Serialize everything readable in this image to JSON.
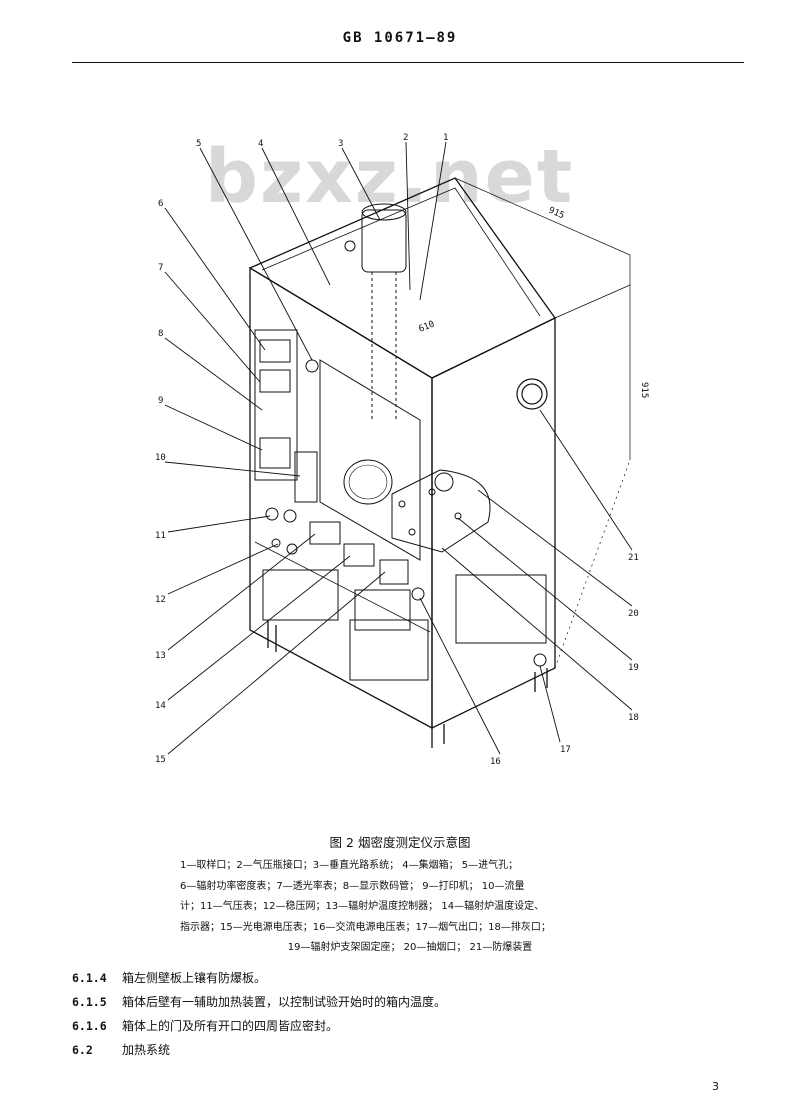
{
  "header": {
    "standard_code": "GB  10671—89"
  },
  "watermark": {
    "text": "bzxz.net"
  },
  "figure": {
    "callouts": [
      "1",
      "2",
      "3",
      "4",
      "5",
      "6",
      "7",
      "8",
      "9",
      "10",
      "11",
      "12",
      "13",
      "14",
      "15",
      "16",
      "17",
      "18",
      "19",
      "20",
      "21"
    ],
    "dimensions": {
      "width": "610",
      "depth": "915",
      "height": "915"
    }
  },
  "caption": {
    "text": "图 2   烟密度测定仪示意图"
  },
  "legend": {
    "lines": [
      "1—取样口；2—气压瓶接口；3—垂直光路系统； 4—集烟箱； 5—进气孔；",
      "6—辐射功率密度表；7—透光率表；8—显示数码管； 9—打印机； 10—流量",
      "计；11—气压表；12—稳压网；13—辐射炉温度控制器； 14—辐射炉温度设定、",
      "指示器；15—光电源电压表；16—交流电源电压表；17—烟气出口；18—排灰口；",
      "19—辐射炉支架固定座； 20—抽烟口； 21—防爆装置"
    ]
  },
  "clauses": [
    {
      "number": "6.1.4",
      "text": "箱左侧壁板上镶有防爆板。"
    },
    {
      "number": "6.1.5",
      "text": "箱体后壁有一辅助加热装置，以控制试验开始时的箱内温度。"
    },
    {
      "number": "6.1.6",
      "text": "箱体上的门及所有开口的四周皆应密封。"
    },
    {
      "number": "6.2",
      "text": "加热系统"
    }
  ],
  "page_number": "3"
}
